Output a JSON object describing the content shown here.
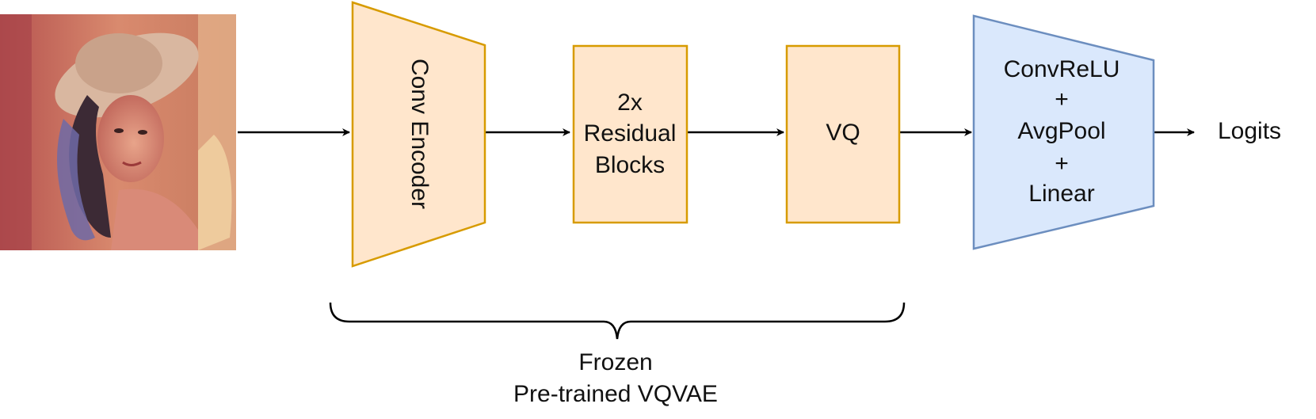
{
  "diagram": {
    "input_image": {
      "kind": "photo",
      "subject": "Lenna"
    },
    "encoder": {
      "label": "Conv Encoder",
      "fill": "#ffe6cc",
      "stroke": "#d79b00"
    },
    "residual": {
      "lines": [
        "2x",
        "Residual",
        "Blocks"
      ],
      "fill": "#ffe6cc",
      "stroke": "#d79b00"
    },
    "vq": {
      "label": "VQ",
      "fill": "#ffe6cc",
      "stroke": "#d79b00"
    },
    "head": {
      "lines": [
        "ConvReLU",
        "+",
        "AvgPool",
        "+",
        "Linear"
      ],
      "fill": "#dae8fc",
      "stroke": "#6c8ebf"
    },
    "output": {
      "label": "Logits"
    },
    "brace": {
      "lines": [
        "Frozen",
        "Pre-trained VQVAE"
      ]
    },
    "arrow_color": "#000000"
  }
}
